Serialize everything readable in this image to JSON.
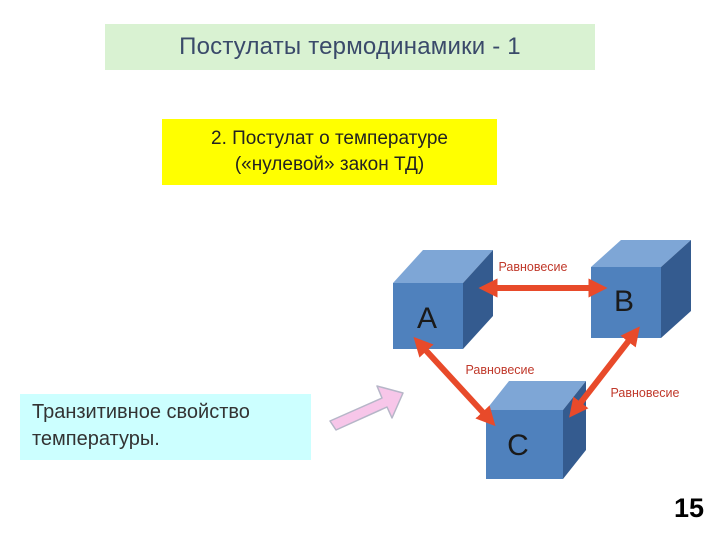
{
  "slide": {
    "title": "Постулаты термодинамики - 1",
    "postulate": {
      "line1": "2. Постулат о температуре",
      "line2": "(«нулевой» закон ТД)"
    },
    "transitive": {
      "line1": "Транзитивное свойство",
      "line2": "температуры."
    },
    "page_number": "15"
  },
  "diagram": {
    "cubes": [
      {
        "id": "A",
        "label": "A"
      },
      {
        "id": "B",
        "label": "B"
      },
      {
        "id": "C",
        "label": "C"
      }
    ],
    "links": [
      {
        "from": "A",
        "to": "B",
        "label": "Равновесие"
      },
      {
        "from": "A",
        "to": "C",
        "label": "Равновесие"
      },
      {
        "from": "B",
        "to": "C",
        "label": "Равновесие"
      }
    ],
    "colors": {
      "cube_front": "#4f81bd",
      "cube_top": "#7ea6d6",
      "cube_side": "#345b8f",
      "arrow": "#e84a2a",
      "link_label": "#c0392b",
      "pointer_fill": "#f7c6e9",
      "pointer_stroke": "#b6b6c8"
    }
  }
}
